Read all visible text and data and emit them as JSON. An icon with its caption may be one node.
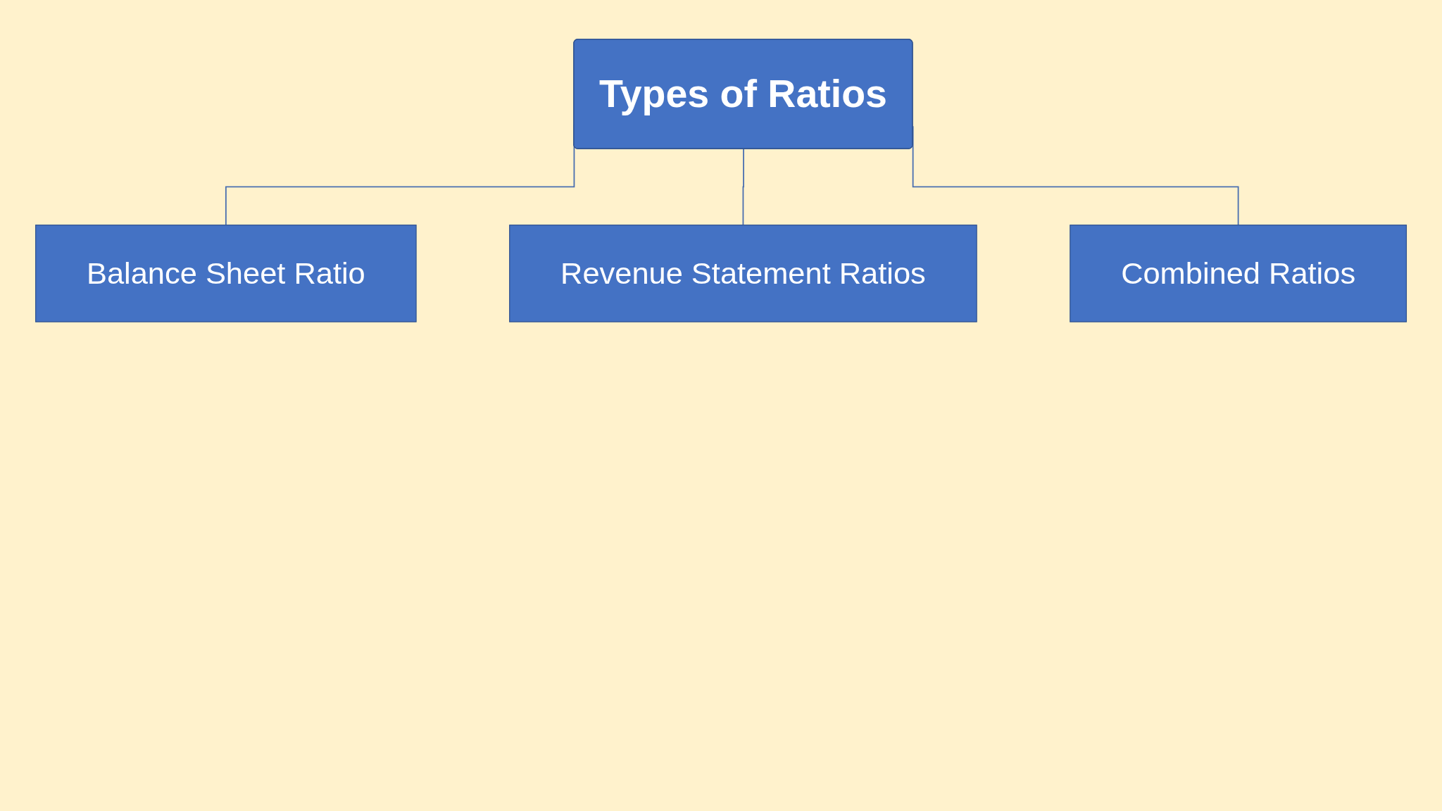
{
  "diagram": {
    "nodes": [
      {
        "text": [
          "Types of Ratios"
        ]
      },
      {
        "text": [
          "Balance Sheet Ratio"
        ]
      },
      {
        "text": [
          "Revenue Statement Ratios"
        ]
      },
      {
        "text": [
          "Combined Ratios"
        ]
      }
    ],
    "edges": [
      {
        "from": 0,
        "to": 1,
        "arrow": "none"
      },
      {
        "from": 0,
        "to": 2,
        "arrow": "none"
      },
      {
        "from": 0,
        "to": 3,
        "arrow": "none"
      }
    ]
  }
}
